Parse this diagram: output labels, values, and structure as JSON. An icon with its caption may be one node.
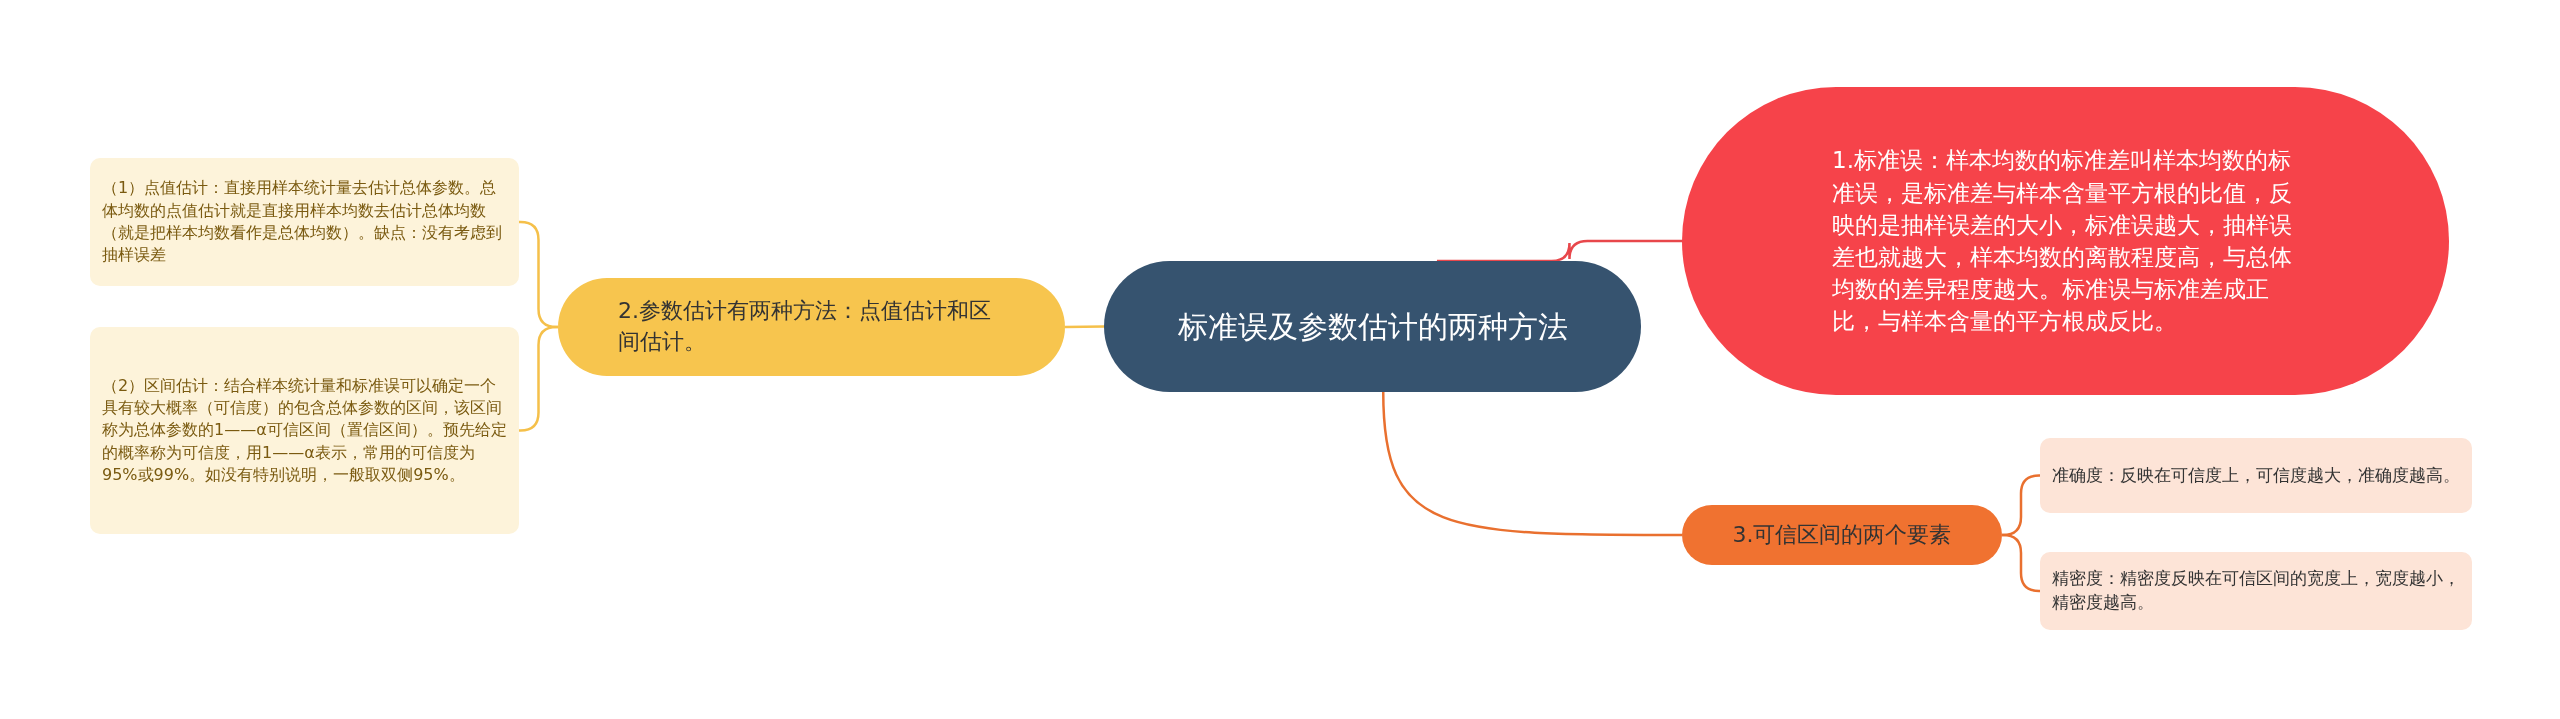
{
  "diagram": {
    "nodes": [
      {
        "text": [
          "标准误及参数估计的两种方法"
        ]
      },
      {
        "text": [
          "1.标准误：样本均数的标准差叫样本均数的标准误，是标准差与样本含量平方根的比值，反映的是抽样误差的大小，标准误越大，抽样误差也就越大，样本均数的离散程度高，与总体均数的差异程度越大。标准误与标准差成正比，与样本含量的平方根成反比。"
        ]
      },
      {
        "text": [
          "2.参数估计有两种方法：点值估计和区间估计。"
        ]
      },
      {
        "text": [
          "（1）点值估计：直接用样本统计量去估计总体参数。总体均数的点值估计就是直接用样本均数去估计总体均数（就是把样本均数看作是总体均数）。缺点：没有考虑到抽样误差"
        ]
      },
      {
        "text": [
          "（2）区间估计：结合样本统计量和标准误可以确定一个具有较大概率（可信度）的包含总体参数的区间，该区间称为总体参数的1——α可信区间（置信区间）。预先给定的概率称为可信度，用1——α表示，常用的可信度为95%或99%。如没有特别说明，一般取双侧95%。"
        ]
      },
      {
        "text": [
          "3.可信区间的两个要素"
        ]
      },
      {
        "text": [
          "准确度：反映在可信度上，可信度越大，准确度越高。"
        ]
      },
      {
        "text": [
          "精密度：精密度反映在可信区间的宽度上，宽度越小，精密度越高。"
        ]
      }
    ],
    "edges": [
      {
        "from": 0,
        "to": 1,
        "arrow": "none",
        "color": "#e8474b"
      },
      {
        "from": 0,
        "to": 2,
        "arrow": "none",
        "color": "#f5c04a"
      },
      {
        "from": 0,
        "to": 5,
        "arrow": "none",
        "color": "#e9702f"
      },
      {
        "from": 2,
        "to": 3,
        "arrow": "none",
        "color": "#f5c04a"
      },
      {
        "from": 2,
        "to": 4,
        "arrow": "none",
        "color": "#f5c04a"
      },
      {
        "from": 5,
        "to": 6,
        "arrow": "none",
        "color": "#e9702f"
      },
      {
        "from": 5,
        "to": 7,
        "arrow": "none",
        "color": "#e9702f"
      }
    ]
  }
}
